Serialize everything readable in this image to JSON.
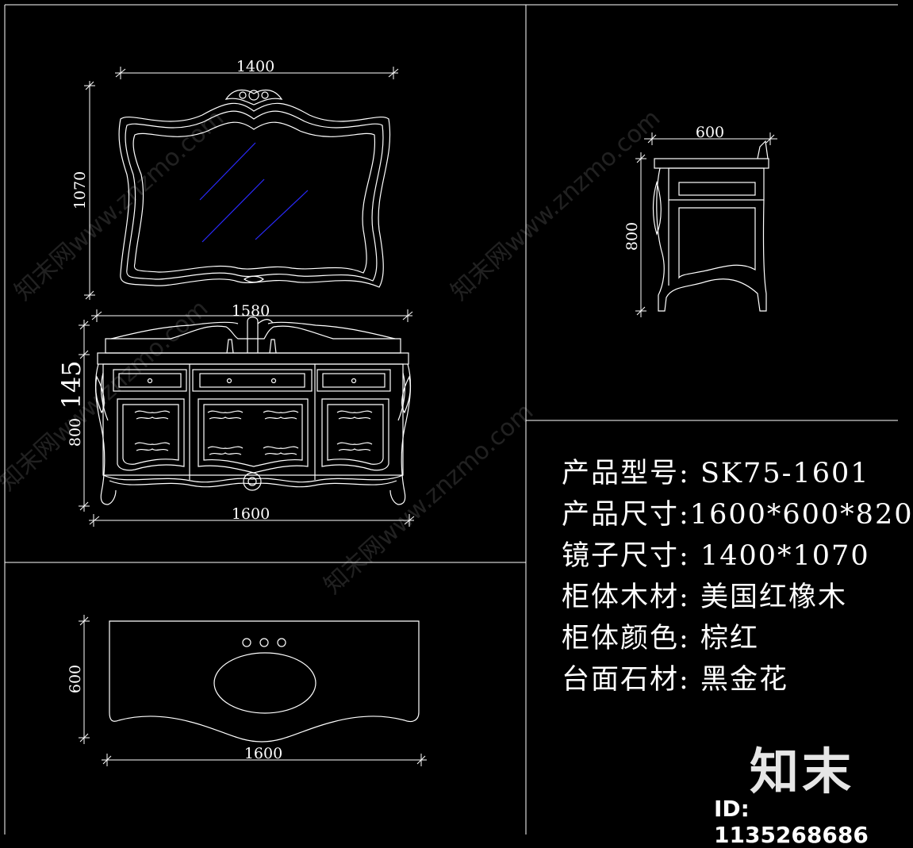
{
  "front_view": {
    "mirror_width": "1400",
    "mirror_height": "1070",
    "counter_width": "1580",
    "backsplash_height": "145",
    "cabinet_height": "800",
    "cabinet_width": "1600"
  },
  "side_view": {
    "depth": "600",
    "height": "800"
  },
  "top_view": {
    "depth": "600",
    "width": "1600"
  },
  "specs": [
    {
      "label": "产品型号:",
      "value": "SK75-1601"
    },
    {
      "label": "产品尺寸:",
      "value": "1600*600*820"
    },
    {
      "label": "镜子尺寸:",
      "value": "1400*1070"
    },
    {
      "label": "柜体木材:",
      "value": "美国红橡木"
    },
    {
      "label": "柜体颜色:",
      "value": "棕红"
    },
    {
      "label": "台面石材:",
      "value": "黑金花"
    }
  ],
  "watermark": {
    "site": "知末网www.znzmo.com",
    "brand": "知末",
    "id": "ID: 1135268686"
  },
  "colors": {
    "background": "#000000",
    "lines": "#ffffff",
    "mirror_glass": "#1a1aff"
  }
}
